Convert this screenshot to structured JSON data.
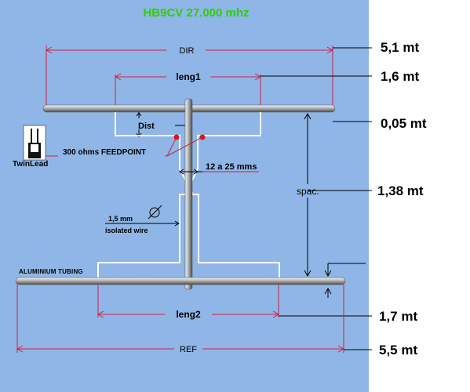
{
  "title": "HB9CV 27.000 mhz",
  "colors": {
    "panel": "#8fb6e6",
    "title": "#2cd000",
    "dim_line": "#cc2244",
    "wire": "#ffffff",
    "tube": "#9e9e9e",
    "text": "#000000",
    "feedpoint": "#e01010"
  },
  "labels": {
    "dir": "DIR",
    "leng1": "leng1",
    "dist": "Dist",
    "feedpoint": "300  ohms  FEEDPOINT",
    "twinlead": "TwinLead",
    "spacing_gap": "12  a  25  mms",
    "spac": "spac.",
    "wire_diameter": "1,5 mm",
    "isolated_wire": "isolated wire",
    "aluminium": "ALUMINIUM TUBING",
    "leng2": "leng2",
    "ref": "REF"
  },
  "measurements": {
    "dir": "5,1  mt",
    "leng1": "1,6  mt",
    "dist": "0,05  mt",
    "spac": "1,38 mt",
    "leng2": "1,7 mt",
    "ref": "5,5 mt"
  },
  "icons": {
    "twinlead": "twinlead-cable-icon",
    "diameter": "diameter-symbol-icon"
  }
}
